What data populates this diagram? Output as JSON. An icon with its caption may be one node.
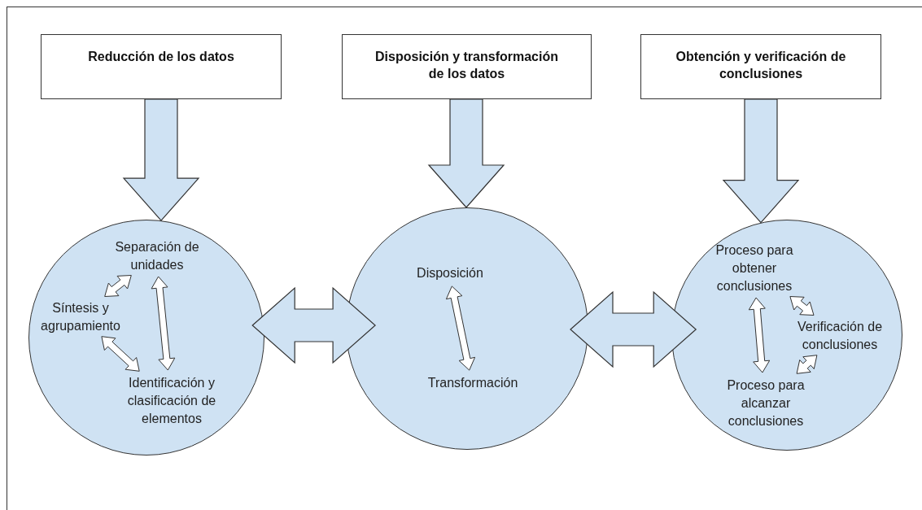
{
  "diagram": {
    "nodes": [
      {
        "text": [
          "Reducción de los datos"
        ]
      },
      {
        "text": [
          "Disposición y transformación de los datos"
        ]
      },
      {
        "text": [
          "Obtención y verificación de conclusiones"
        ]
      },
      {
        "text": [],
        "shape": "circle"
      },
      {
        "text": [],
        "shape": "circle"
      },
      {
        "text": [],
        "shape": "circle"
      },
      {
        "text": [
          "Separación de unidades"
        ],
        "in": 3
      },
      {
        "text": [
          "Síntesis y agrupamiento"
        ],
        "in": 3
      },
      {
        "text": [
          "Identificación y clasificación de elementos"
        ],
        "in": 3
      },
      {
        "text": [
          "Disposición"
        ],
        "in": 4
      },
      {
        "text": [
          "Transformación"
        ],
        "in": 4
      },
      {
        "text": [
          "Proceso para obtener conclusiones"
        ],
        "in": 5
      },
      {
        "text": [
          "Verificación de conclusiones"
        ],
        "in": 5
      },
      {
        "text": [
          "Proceso para alcanzar conclusiones"
        ],
        "in": 5
      }
    ],
    "edges": [
      {
        "from": 0,
        "to": 3,
        "arrow": "to",
        "style": "thick"
      },
      {
        "from": 1,
        "to": 4,
        "arrow": "to",
        "style": "thick"
      },
      {
        "from": 2,
        "to": 5,
        "arrow": "to",
        "style": "thick"
      },
      {
        "from": 3,
        "to": 4,
        "arrow": "both",
        "style": "thick"
      },
      {
        "from": 4,
        "to": 5,
        "arrow": "both",
        "style": "thick"
      },
      {
        "from": 6,
        "to": 7,
        "arrow": "both"
      },
      {
        "from": 7,
        "to": 8,
        "arrow": "both"
      },
      {
        "from": 6,
        "to": 8,
        "arrow": "both"
      },
      {
        "from": 9,
        "to": 10,
        "arrow": "both"
      },
      {
        "from": 11,
        "to": 12,
        "arrow": "both"
      },
      {
        "from": 11,
        "to": 13,
        "arrow": "both"
      },
      {
        "from": 12,
        "to": 13,
        "arrow": "both"
      }
    ]
  }
}
